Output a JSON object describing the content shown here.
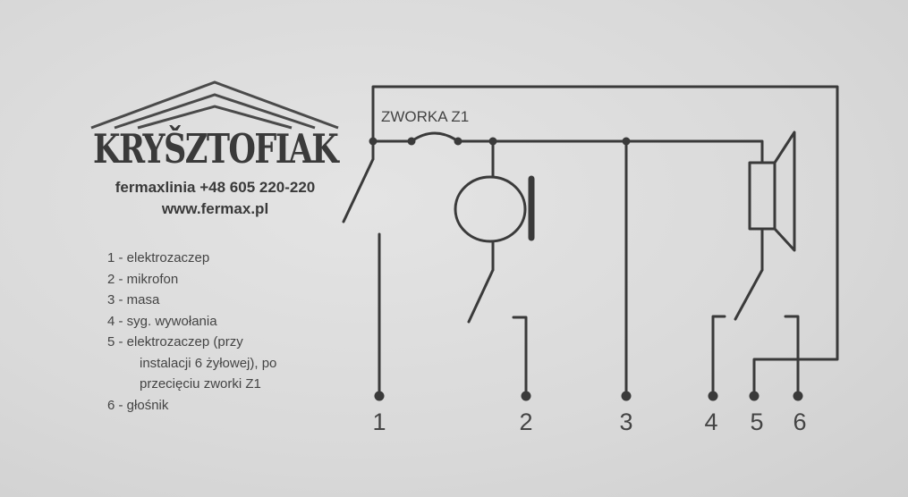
{
  "brand": {
    "name": "KRYŠZTOFIAK",
    "phone_line": "fermaxlinia +48 605 220-220",
    "website": "www.fermax.pl"
  },
  "legend": {
    "items": [
      "1 - elektrozaczep",
      "2 - mikrofon",
      "3 - masa",
      "4 - syg. wywołania",
      "5 - elektrozaczep (przy",
      "instalacji 6 żyłowej), po",
      "przecięciu zworki Z1",
      "6 - głośnik"
    ]
  },
  "schematic": {
    "jumper_label": "ZWORKA Z1",
    "terminals": [
      "1",
      "2",
      "3",
      "4",
      "5",
      "6"
    ]
  },
  "colors": {
    "ink": "#3a3a3a",
    "paper": "#dcdcdc"
  }
}
